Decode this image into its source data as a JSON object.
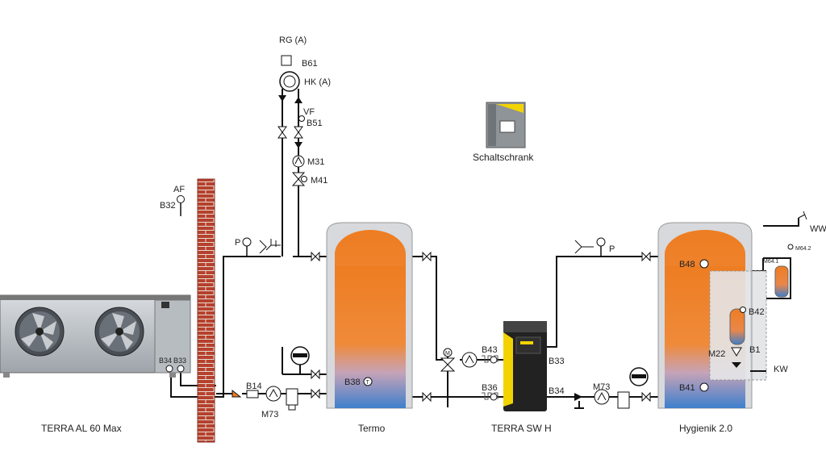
{
  "heat_source": {
    "name": "TERRA AL 60 Max",
    "sensors": [
      "B34",
      "B33"
    ]
  },
  "outdoor": {
    "af": "AF",
    "sensor": "B32"
  },
  "heating_circuit": {
    "rg": "RG (A)",
    "room_sensor": "B61",
    "hk": "HK (A)",
    "vf": "VF",
    "flow_sensor": "B51",
    "pump": "M31",
    "mixer": "M41"
  },
  "control_cabinet": {
    "name": "Schaltschrank"
  },
  "left_circuit": {
    "pressure": "P",
    "sensor": "B14",
    "pump": "M73"
  },
  "buffer_tank": {
    "name": "Termo",
    "sensor": "B38",
    "temperature_symbol": "T"
  },
  "heat_pump": {
    "name": "TERRA SW H",
    "sensors": [
      "B43",
      "B33",
      "B36",
      "B34"
    ],
    "valve_symbol": "M"
  },
  "hot_water_tank": {
    "name": "Hygienik 2.0",
    "sensors": [
      "B48",
      "B41",
      "B42",
      "B1"
    ],
    "pump": "M22",
    "pressure": "P",
    "pump_right": "M73"
  },
  "domestic_water": {
    "ww": "WW",
    "kw": "KW",
    "m64_1": "M64.1",
    "m64_2": "M64.2"
  },
  "colors": {
    "tank_hot": "#ee7d22",
    "tank_cold": "#3d7fcc",
    "brick": "#b5412e",
    "pipe": "#111111",
    "hp_accent": "#f2d300"
  }
}
